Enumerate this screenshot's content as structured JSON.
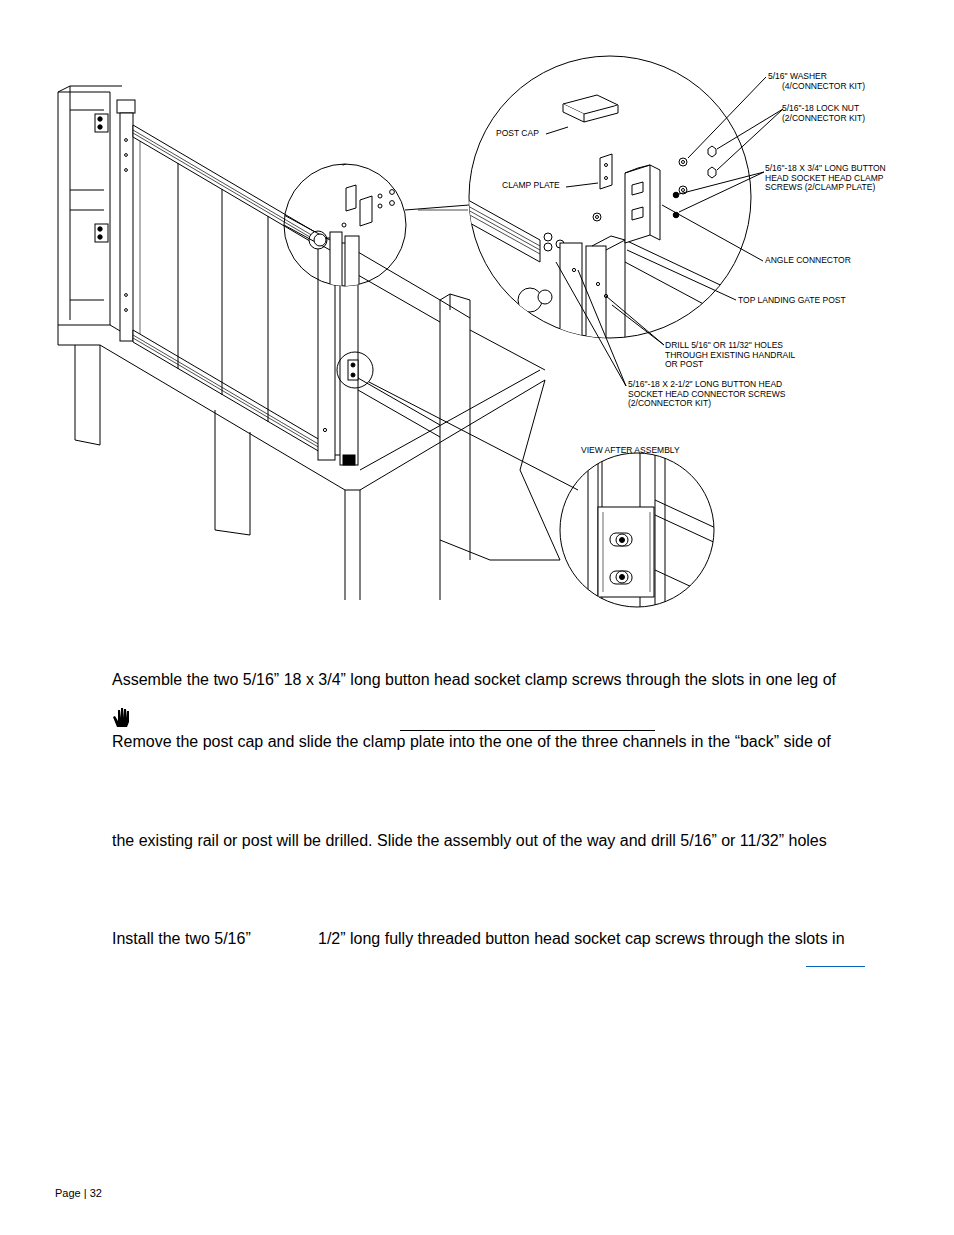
{
  "diagram": {
    "labels": [
      "5/16\" WASHER (4/CONNECTOR KIT)",
      "5/16\"-18 LOCK NUT (2/CONNECTOR KIT)",
      "POST CAP",
      "5/16\"-18 X 3/4\" LONG BUTTON HEAD SOCKET HEAD CLAMP SCREWS (2/CLAMP PLATE)",
      "CLAMP PLATE",
      "ANGLE CONNECTOR",
      "TOP LANDING GATE POST",
      "DRILL 5/16\" OR 11/32\" HOLES THROUGH EXISTING HANDRAIL OR POST",
      "5/16\"-18 X 2-1/2\" LONG BUTTON HEAD SOCKET HEAD CONNECTOR SCREWS (2/CONNECTOR KIT)",
      "VIEW AFTER ASSEMBLY",
      "Assemble the two 5/16” 18 x 3/4” long button head socket clamp screws through the slots in one leg of",
      "Remove the post cap and slide the clamp plate into the one of the three channels in the “back” side of",
      "the existing rail or post will be drilled. Slide the assembly out of the way and drill 5/16” or 11/32” holes",
      "Install the two 5/16”",
      "1/2” long fully threaded button head socket cap screws through the slots in",
      "Page | 32"
    ]
  }
}
